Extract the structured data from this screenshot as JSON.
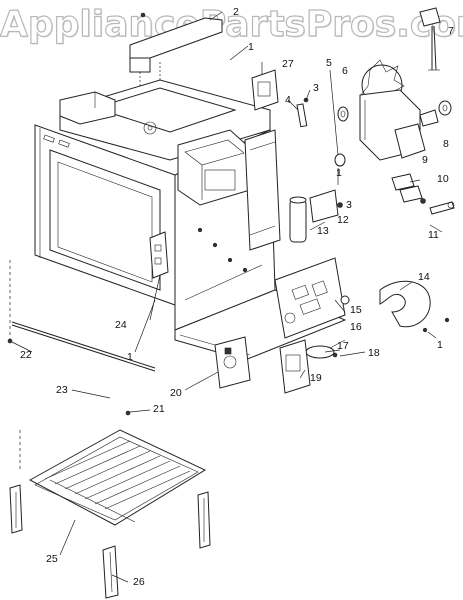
{
  "watermark": "AppliancePartsPros.com",
  "callouts": [
    {
      "id": "c1a",
      "text": "1"
    },
    {
      "id": "c2",
      "text": "2"
    },
    {
      "id": "c27",
      "text": "27"
    },
    {
      "id": "c4",
      "text": "4"
    },
    {
      "id": "c3a",
      "text": "3"
    },
    {
      "id": "c5",
      "text": "5"
    },
    {
      "id": "c6",
      "text": "6"
    },
    {
      "id": "c7",
      "text": "7"
    },
    {
      "id": "c8",
      "text": "8"
    },
    {
      "id": "c9",
      "text": "9"
    },
    {
      "id": "c10",
      "text": "10"
    },
    {
      "id": "c11",
      "text": "11"
    },
    {
      "id": "c1b",
      "text": "1"
    },
    {
      "id": "c12",
      "text": "12"
    },
    {
      "id": "c3b",
      "text": "3"
    },
    {
      "id": "c13",
      "text": "13"
    },
    {
      "id": "c14",
      "text": "14"
    },
    {
      "id": "c15",
      "text": "15"
    },
    {
      "id": "c16",
      "text": "16"
    },
    {
      "id": "c17",
      "text": "17"
    },
    {
      "id": "c18",
      "text": "18"
    },
    {
      "id": "c19",
      "text": "19"
    },
    {
      "id": "c1c",
      "text": "1"
    },
    {
      "id": "c24",
      "text": "24"
    },
    {
      "id": "c1d",
      "text": "1"
    },
    {
      "id": "c20",
      "text": "20"
    },
    {
      "id": "c21",
      "text": "21"
    },
    {
      "id": "c22",
      "text": "22"
    },
    {
      "id": "c23",
      "text": "23"
    },
    {
      "id": "c25",
      "text": "25"
    },
    {
      "id": "c26",
      "text": "26"
    }
  ]
}
